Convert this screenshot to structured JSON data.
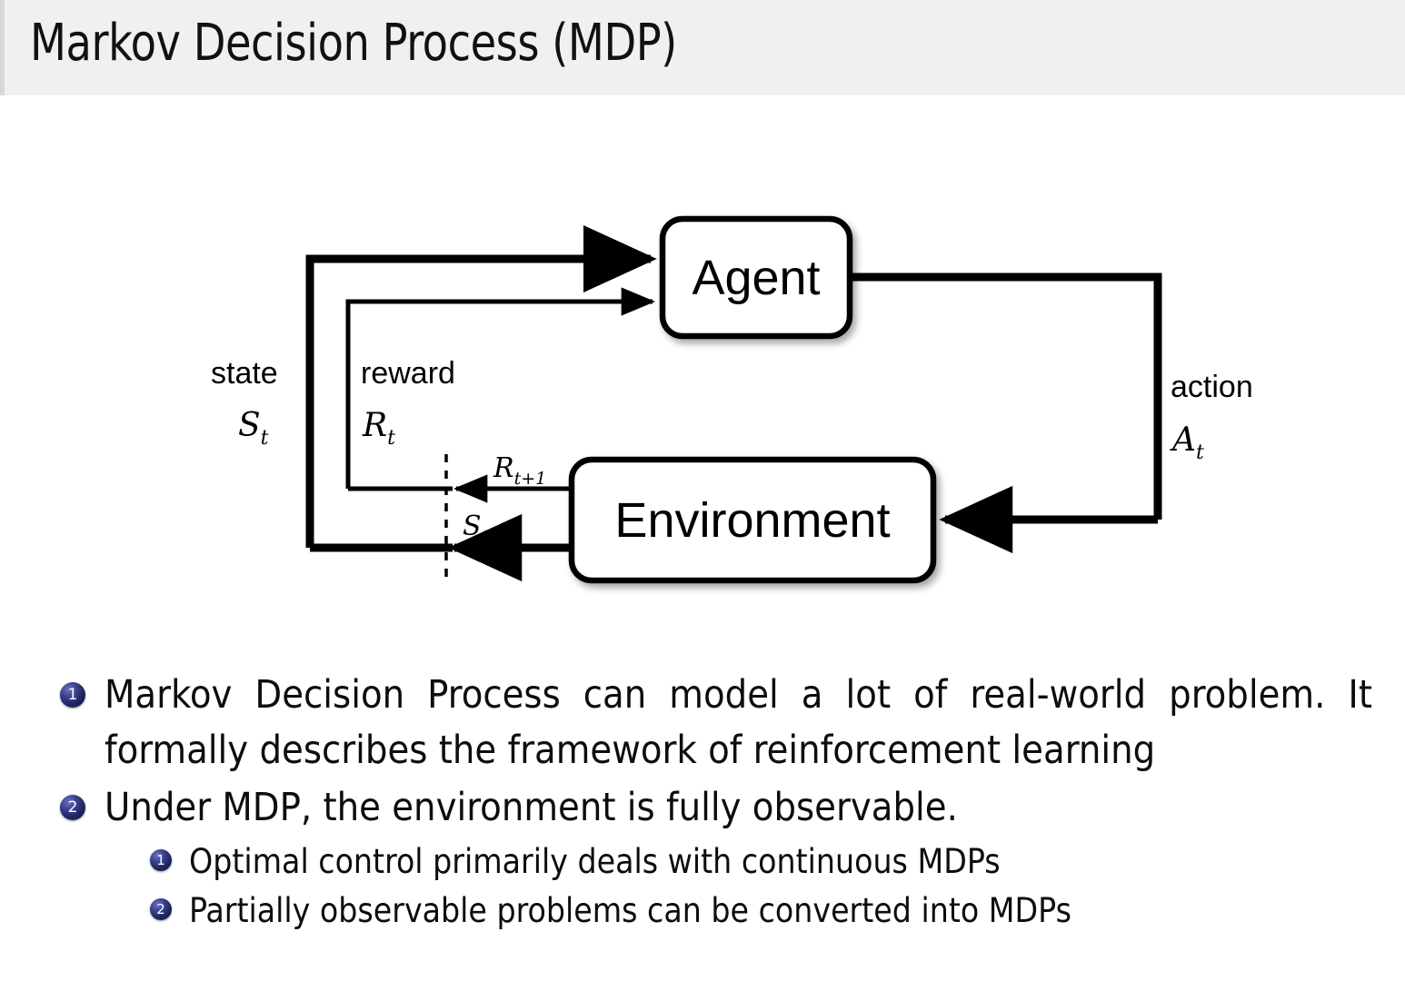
{
  "slide": {
    "title": "Markov Decision Process (MDP)",
    "header_bg": "#f0f0f0",
    "text_color": "#0d0d0d",
    "bullet_color": "#2a2f78"
  },
  "diagram": {
    "name": "agent-environment-interaction-loop",
    "nodes": [
      {
        "id": "agent",
        "label": "Agent"
      },
      {
        "id": "environment",
        "label": "Environment"
      }
    ],
    "edges": [
      {
        "id": "state",
        "from": "environment",
        "to": "agent",
        "label": "state",
        "symbol": "S",
        "subscript": "t",
        "emitted": "S",
        "emitted_subscript": "t+1",
        "style": "thick"
      },
      {
        "id": "reward",
        "from": "environment",
        "to": "agent",
        "label": "reward",
        "symbol": "R",
        "subscript": "t",
        "emitted": "R",
        "emitted_subscript": "t+1",
        "style": "thin"
      },
      {
        "id": "action",
        "from": "agent",
        "to": "environment",
        "label": "action",
        "symbol": "A",
        "subscript": "t",
        "style": "thick"
      }
    ],
    "time_boundary": "dashed-vertical-line"
  },
  "bullets": [
    {
      "number": "1",
      "level": 1,
      "text": "Markov Decision Process can model a lot of real-world problem. It formally describes the framework of reinforcement learning"
    },
    {
      "number": "2",
      "level": 1,
      "text": "Under MDP, the environment is fully observable."
    },
    {
      "number": "1",
      "level": 2,
      "text": "Optimal control primarily deals with continuous MDPs"
    },
    {
      "number": "2",
      "level": 2,
      "text": "Partially observable problems can be converted into MDPs"
    }
  ]
}
